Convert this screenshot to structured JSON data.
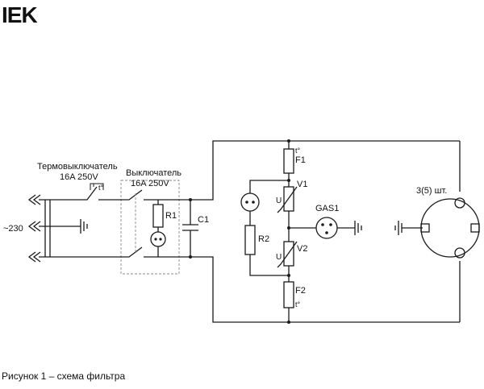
{
  "logo": {
    "text": "IEK"
  },
  "labels": {
    "thermal_switch": "Термовыключатель",
    "thermal_rating": "16A 250V",
    "thermal_t": "t°",
    "switch": "Выключатель",
    "switch_rating": "16A 250V",
    "input_voltage": "~230",
    "r1": "R1",
    "c1": "C1",
    "f1": "F1",
    "f1_t": "t°",
    "v1": "V1",
    "v1_u": "U",
    "gas1": "GAS1",
    "r2": "R2",
    "v2": "V2",
    "v2_u": "U",
    "f2": "F2",
    "f2_t": "t°",
    "sockets": "3(5) шт."
  },
  "caption": "Рисунок 1 – схема фильтра"
}
